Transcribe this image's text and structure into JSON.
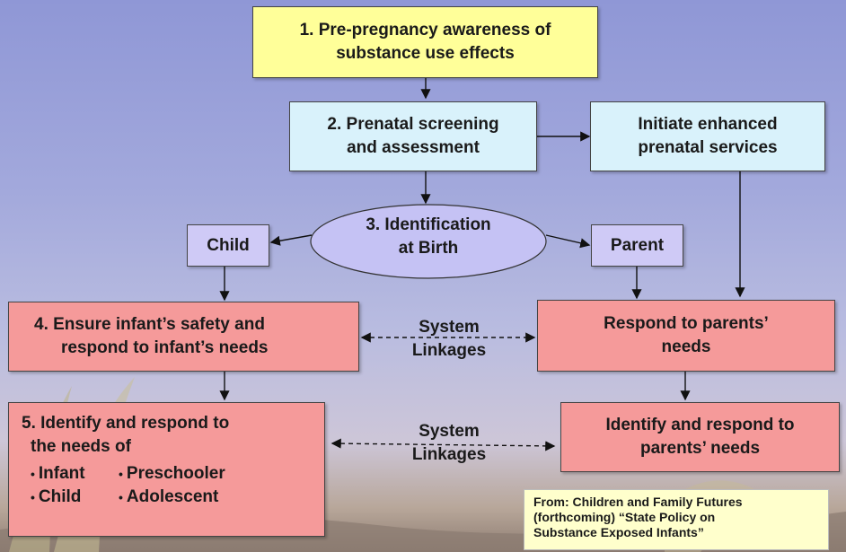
{
  "boxes": {
    "step1": {
      "line1": "1. Pre-pregnancy awareness of",
      "line2": "substance use effects"
    },
    "step2": {
      "line1": "2. Prenatal screening",
      "line2": "and assessment"
    },
    "prenatal_services": {
      "line1": "Initiate enhanced",
      "line2": "prenatal services"
    },
    "step3": {
      "line1": "3. Identification",
      "line2": "at Birth"
    },
    "child": {
      "label": "Child"
    },
    "parent": {
      "label": "Parent"
    },
    "step4": {
      "line1": "4. Ensure infant’s safety and",
      "line2": "respond to infant’s needs"
    },
    "respond_parents": {
      "line1": "Respond to parents’",
      "line2": "needs"
    },
    "step5": {
      "line1": "5. Identify and respond to",
      "line2": "the needs of",
      "bullets": [
        "Infant",
        "Preschooler",
        "Child",
        "Adolescent"
      ]
    },
    "identify_parents": {
      "line1": "Identify and respond to",
      "line2": "parents’ needs"
    }
  },
  "linkages": [
    {
      "line1": "System",
      "line2": "Linkages"
    },
    {
      "line1": "System",
      "line2": "Linkages"
    }
  ],
  "source": {
    "line1": "From:  Children and Family Futures",
    "line2": "(forthcoming) “State Policy on",
    "line3": "Substance Exposed Infants”"
  },
  "colors": {
    "yellow": "#ffff99",
    "blue": "#d9f2fb",
    "purple": "#cfcaf6",
    "red": "#f59a9a",
    "source_bg": "#ffffcc"
  }
}
